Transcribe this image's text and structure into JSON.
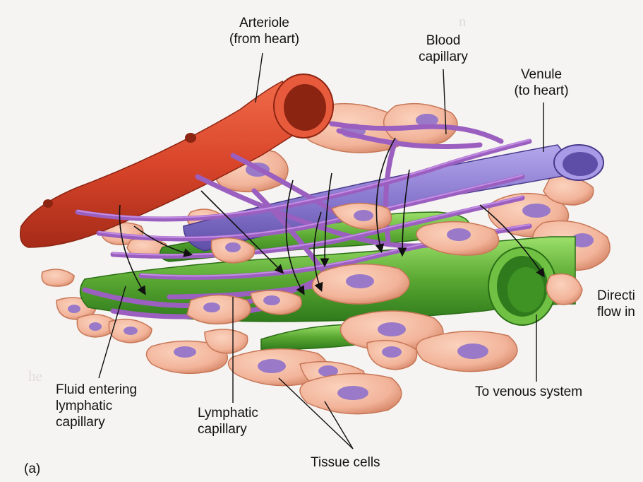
{
  "labels": {
    "arteriole": "Arteriole\n(from heart)",
    "blood_capillary": "Blood\ncapillary",
    "venule": "Venule\n(to heart)",
    "direction": "Directi\nflow in",
    "fluid_entering": "Fluid entering\nlymphatic\ncapillary",
    "lymphatic_capillary": "Lymphatic\ncapillary",
    "to_venous": "To venous system",
    "tissue_cells": "Tissue cells",
    "panel": "(a)"
  },
  "colors": {
    "arteriole": "#d9452a",
    "venule": "#8a7ad0",
    "capillary": "#9b5fc0",
    "lymphatic": "#5aa832",
    "tissue_cell": "#f2b49a",
    "nucleus": "#9a7ac8"
  }
}
